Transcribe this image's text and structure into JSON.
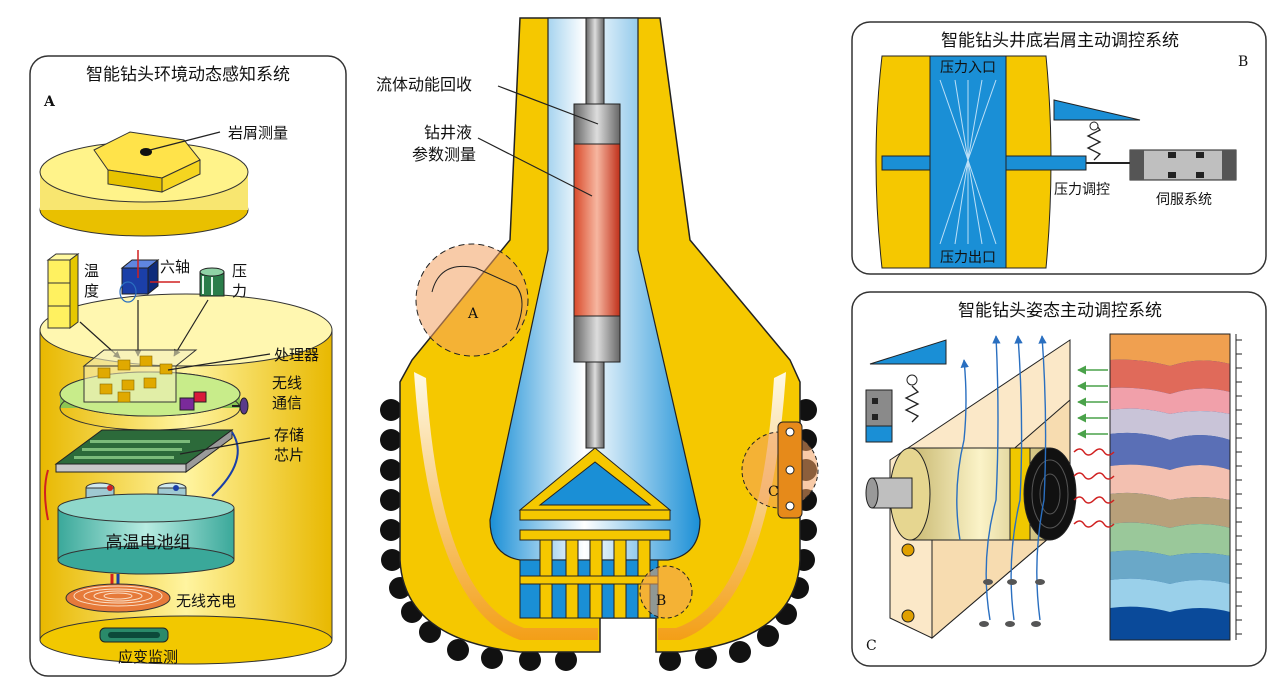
{
  "panel_a": {
    "title": "智能钻头环境动态感知系统",
    "letter": "A",
    "labels": {
      "cuttings": "岩屑测量",
      "temp_1": "温",
      "temp_2": "度",
      "six_axis": "六轴",
      "pressure_1": "压",
      "pressure_2": "力",
      "processor": "处理器",
      "wireless_1": "无线",
      "wireless_2": "通信",
      "storage_1": "存储",
      "storage_2": "芯片",
      "battery": "高温电池组",
      "charging": "无线充电",
      "strain": "应变监测"
    }
  },
  "center": {
    "fluid_energy": "流体动能回收",
    "mud_1": "钻井液",
    "mud_2": "参数测量",
    "marker_a": "A",
    "marker_b": "B",
    "marker_c": "C"
  },
  "panel_b": {
    "title": "智能钻头井底岩屑主动调控系统",
    "letter": "B",
    "inlet": "压力入口",
    "outlet": "压力出口",
    "pressure_ctrl": "压力调控",
    "servo": "伺服系统"
  },
  "panel_c": {
    "title": "智能钻头姿态主动调控系统",
    "letter": "C"
  },
  "colors": {
    "yellow": "#f5c800",
    "blue": "#1a8fd6",
    "orange": "#f0920a",
    "dark": "#222222"
  }
}
